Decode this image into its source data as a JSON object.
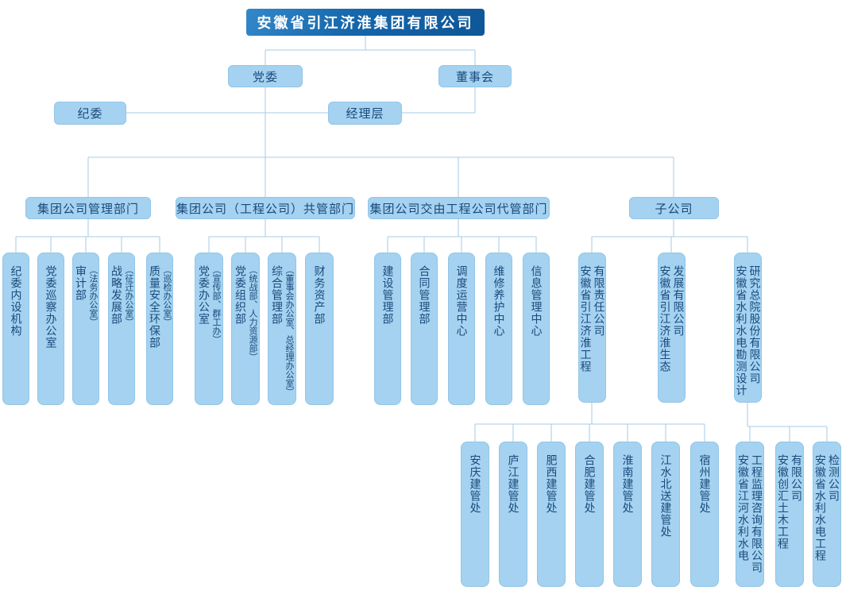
{
  "colors": {
    "root_box_bg": "#1566ab",
    "root_text": "#ffffff",
    "node_bg": "#a4d2f0",
    "node_border": "#92c5e8",
    "node_text": "#1a4a7c",
    "connector": "#a6cbe4"
  },
  "org": {
    "root": "安徽省引江济淮集团有限公司",
    "party_committee": "党委",
    "board_of_directors": "董事会",
    "discipline_committee": "纪委",
    "management_team": "经理层"
  },
  "groups": [
    {
      "header": "集团公司管理部门",
      "children": [
        {
          "main": "纪委内设机构"
        },
        {
          "main": "党委巡察办公室"
        },
        {
          "main": "审计部",
          "sub": "（法务办公室）"
        },
        {
          "main": "战略发展部",
          "sub": "（征迁办公室）"
        },
        {
          "main": "质量安全环保部",
          "sub": "（巡检办公室）"
        }
      ]
    },
    {
      "header": "集团公司（工程公司）共管部门",
      "children": [
        {
          "main": "党委办公室",
          "sub": "（宣传部、群工办）"
        },
        {
          "main": "党委组织部",
          "sub": "（统战部、人力资源部）"
        },
        {
          "main": "综合管理部",
          "sub": "（董事会办公室、总经理办公室）"
        },
        {
          "main": "财务资产部"
        }
      ]
    },
    {
      "header": "集团公司交由工程公司代管部门",
      "children": [
        {
          "main": "建设管理部"
        },
        {
          "main": "合同管理部"
        },
        {
          "main": "调度运营中心"
        },
        {
          "main": "维修养护中心"
        },
        {
          "main": "信息管理中心"
        }
      ]
    },
    {
      "header": "子公司",
      "children": [
        {
          "main": "安徽省引江济淮工程",
          "cont": "有限责任公司",
          "full_name": "安徽省引江济淮工程有限责任公司"
        },
        {
          "main": "安徽省引江济淮生态",
          "cont": "发展有限公司",
          "full_name": "安徽省引江济淮生态发展有限公司"
        },
        {
          "main": "安徽省水利水电勘测设计",
          "cont": "研究总院股份有限公司",
          "full_name": "安徽省水利水电勘测设计研究总院股份有限公司"
        }
      ]
    }
  ],
  "branches": [
    {
      "children": [
        {
          "main": "安庆建管处"
        },
        {
          "main": "庐江建管处"
        },
        {
          "main": "肥西建管处"
        },
        {
          "main": "合肥建管处"
        },
        {
          "main": "淮南建管处"
        },
        {
          "main": "江水北送建管处"
        },
        {
          "main": "宿州建管处"
        }
      ]
    },
    {
      "children": [
        {
          "main": "安徽省江河水利水电",
          "cont": "工程监理咨询有限公司",
          "full_name": "安徽省江河水利水电工程监理咨询有限公司"
        },
        {
          "main": "安徽创汇土木工程",
          "cont": "有限公司",
          "full_name": "安徽创汇土木工程有限公司"
        },
        {
          "main": "安徽省水利水电工程",
          "cont": "检测公司",
          "full_name": "安徽省水利水电工程检测公司"
        }
      ]
    }
  ]
}
